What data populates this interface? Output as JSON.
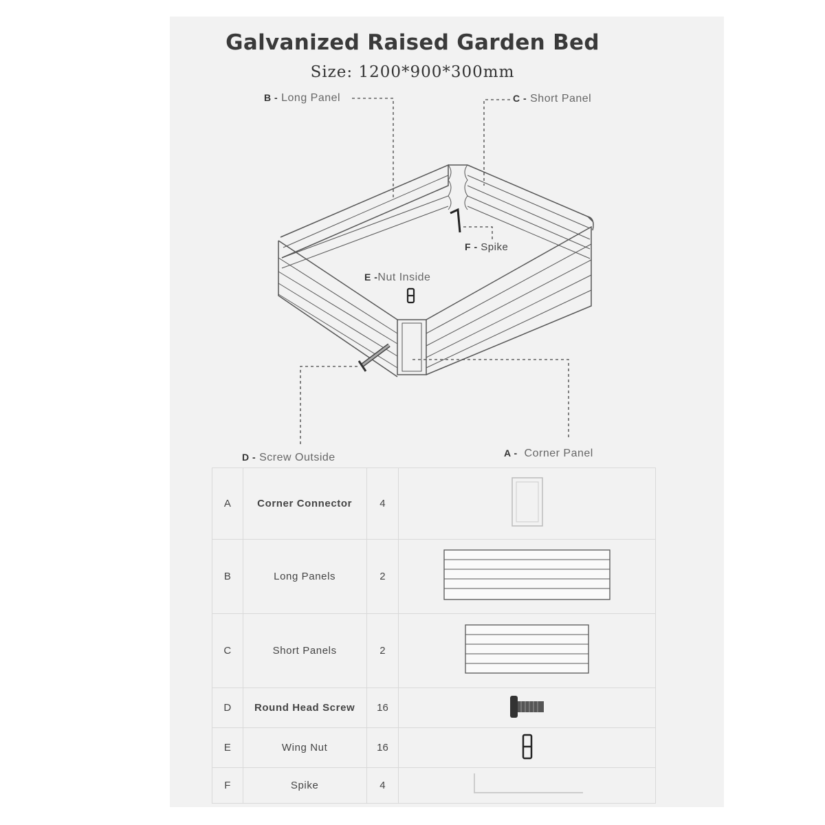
{
  "header": {
    "title": "Galvanized Raised Garden Bed",
    "size": "Size: 1200*900*300mm"
  },
  "diagram": {
    "long_panel": {
      "code": "B -",
      "text": "Long Panel"
    },
    "short_panel": {
      "code": "C -",
      "text": "Short Panel"
    },
    "spike": {
      "code": "F -",
      "text": "Spike"
    },
    "nut": {
      "code": "E -",
      "text": "Nut Inside"
    },
    "screw": {
      "code": "D -",
      "text": "Screw Outside"
    },
    "corner": {
      "code": "A -",
      "text": "Corner Panel"
    }
  },
  "parts": [
    {
      "code": "A",
      "name": "Corner Connector",
      "qty": "4",
      "icon": "corner-connector-icon"
    },
    {
      "code": "B",
      "name": "Long Panels",
      "qty": "2",
      "icon": "long-panel-icon"
    },
    {
      "code": "C",
      "name": "Short Panels",
      "qty": "2",
      "icon": "short-panel-icon"
    },
    {
      "code": "D",
      "name": "Round Head Screw",
      "qty": "16",
      "icon": "screw-icon"
    },
    {
      "code": "E",
      "name": "Wing Nut",
      "qty": "16",
      "icon": "wing-nut-icon"
    },
    {
      "code": "F",
      "name": "Spike",
      "qty": "4",
      "icon": "spike-icon"
    }
  ]
}
